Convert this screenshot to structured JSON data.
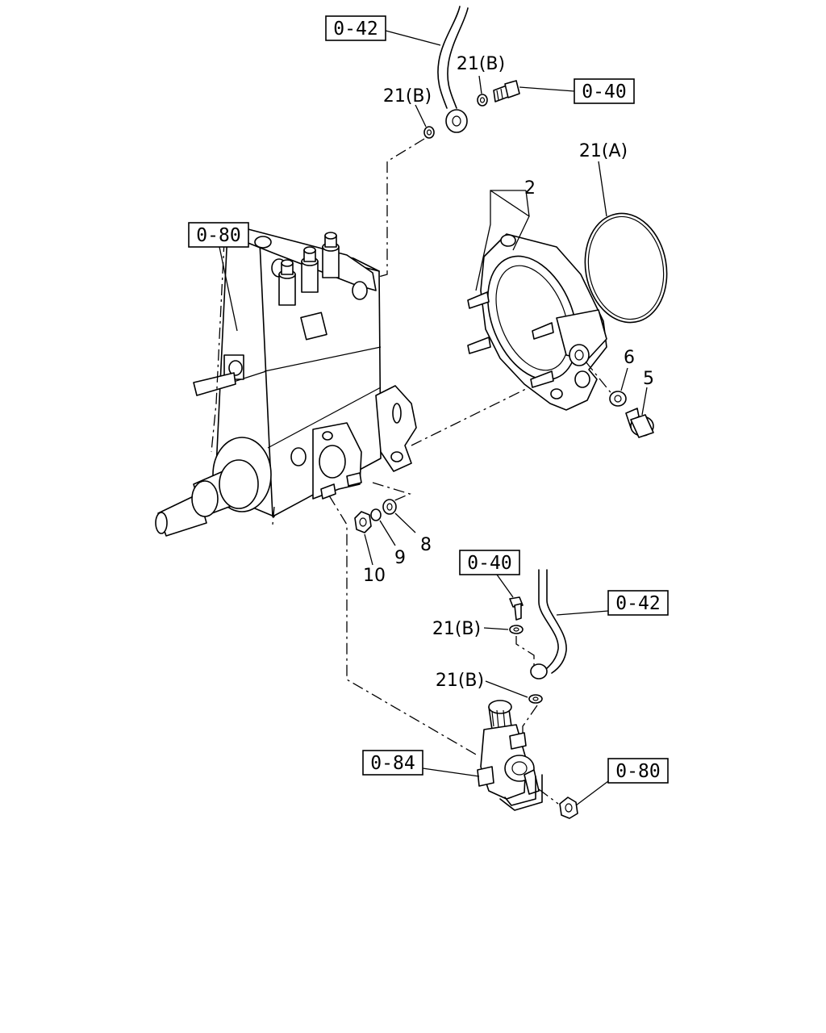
{
  "callouts": {
    "ref_top_line": "0-42",
    "ref_top_bolt": "0-40",
    "ref_pump": "0-80",
    "ref_mid_bolt": "0-40",
    "ref_mid_line": "0-42",
    "ref_filter": "0-84",
    "ref_nut": "0-80"
  },
  "parts": {
    "washer_top_right": "21(B)",
    "washer_top_left": "21(B)",
    "o_ring": "21(A)",
    "housing": "2",
    "gasket": "6",
    "plug": "5",
    "washer_pump": "8",
    "lock_washer": "9",
    "nut": "10",
    "washer_mid_upper": "21(B)",
    "washer_mid_lower": "21(B)"
  }
}
